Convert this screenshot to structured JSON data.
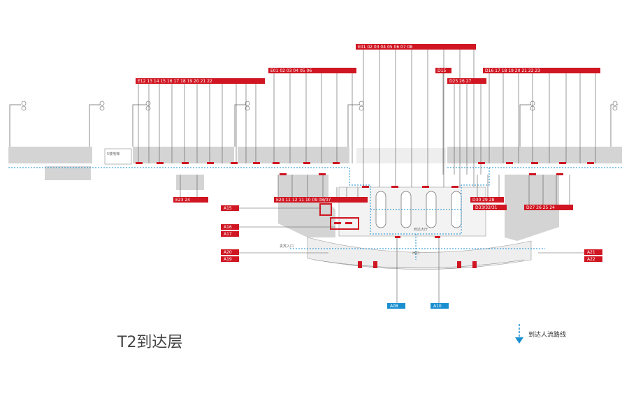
{
  "floor_title": "T2到达层",
  "legend": {
    "label": "到达人流路线",
    "color": "#1a8fd0"
  },
  "colors": {
    "gate": "#d01622",
    "exit": "#1a8fd0",
    "building": "#d4d4d4",
    "line": "#555555"
  },
  "gate_groups": {
    "top_left": [
      "E12",
      "13",
      "14",
      "15",
      "16",
      "17",
      "18",
      "19",
      "20",
      "21",
      "22"
    ],
    "mid_left": [
      "E01",
      "02",
      "03",
      "04",
      "05",
      "06"
    ],
    "top_center": [
      "E01",
      "02",
      "03",
      "04",
      "05",
      "06",
      "07",
      "08"
    ],
    "d15": "D15",
    "d_small": [
      "D25",
      "26",
      "27"
    ],
    "top_right": [
      "D16",
      "17",
      "18",
      "19",
      "20",
      "21",
      "22",
      "23"
    ],
    "bottom_left": [
      "E23",
      "24"
    ],
    "center_left_bottom": [
      "E24",
      "11",
      "12",
      "11",
      "10",
      "09",
      "08/07"
    ],
    "center_right_bottom": [
      "D30",
      "29",
      "28"
    ],
    "d_center": [
      "D33/32/31"
    ],
    "bottom_right": [
      "D27",
      "26",
      "25",
      "24"
    ]
  },
  "exits_left": [
    "A15",
    "A16",
    "A17",
    "A20",
    "A19"
  ],
  "exits_right": [
    "A21",
    "A22"
  ],
  "exits_bottom": [
    "A08",
    "A10"
  ],
  "area_labels": {
    "hall": "到达大厅",
    "exit_center": "出口",
    "left_entrance": "贵宾入口",
    "stairs": "5楼电梯"
  }
}
